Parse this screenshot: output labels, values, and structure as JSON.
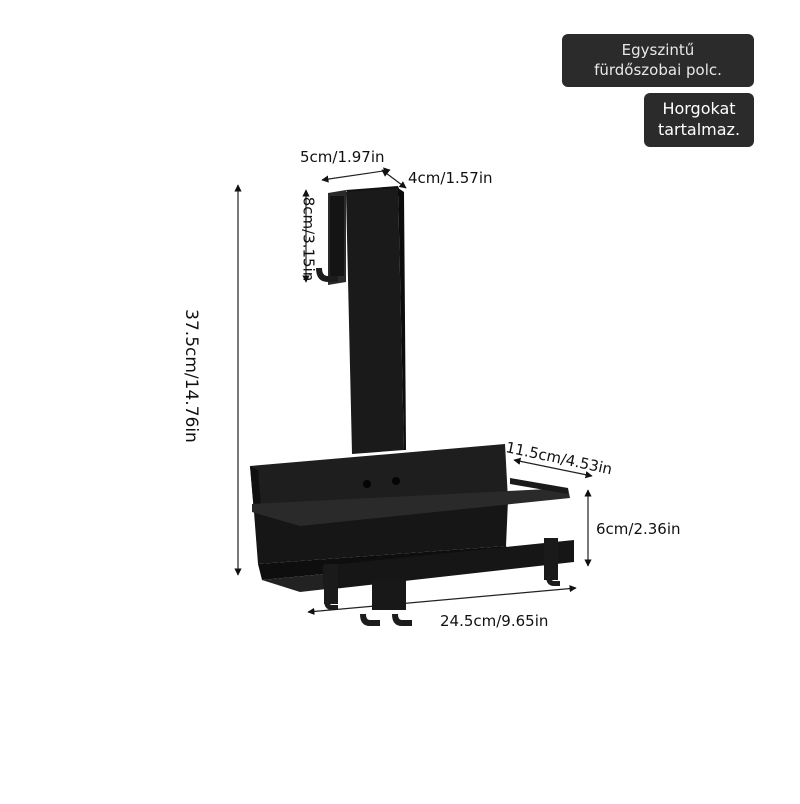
{
  "badges": {
    "product_line1": "Egyszintű",
    "product_line2": "fürdőszobai polc.",
    "hooks_line1": "Horgokat",
    "hooks_line2": "tartalmaz."
  },
  "dimensions": {
    "top_width": "5cm/1.97in",
    "top_depth": "4cm/1.57in",
    "hook_height": "8cm/3.15in",
    "total_height": "37.5cm/14.76in",
    "shelf_depth": "11.5cm/4.53in",
    "shelf_height": "6cm/2.36in",
    "shelf_width": "24.5cm/9.65in"
  },
  "colors": {
    "product": "#1c1c1c",
    "badge_bg": "#2b2b2b",
    "badge_text": "#ffffff"
  }
}
